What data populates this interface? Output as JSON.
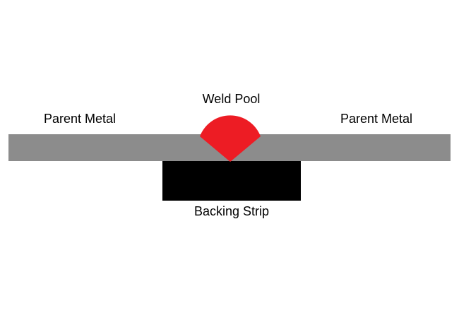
{
  "diagram": {
    "labels": {
      "weld_pool": "Weld Pool",
      "parent_metal_left": "Parent Metal",
      "parent_metal_right": "Parent Metal",
      "backing_strip": "Backing Strip"
    },
    "colors": {
      "background": "#ffffff",
      "parent_metal": "#8c8c8c",
      "weld_pool": "#ed1c24",
      "backing_strip": "#000000",
      "text": "#000000"
    }
  }
}
